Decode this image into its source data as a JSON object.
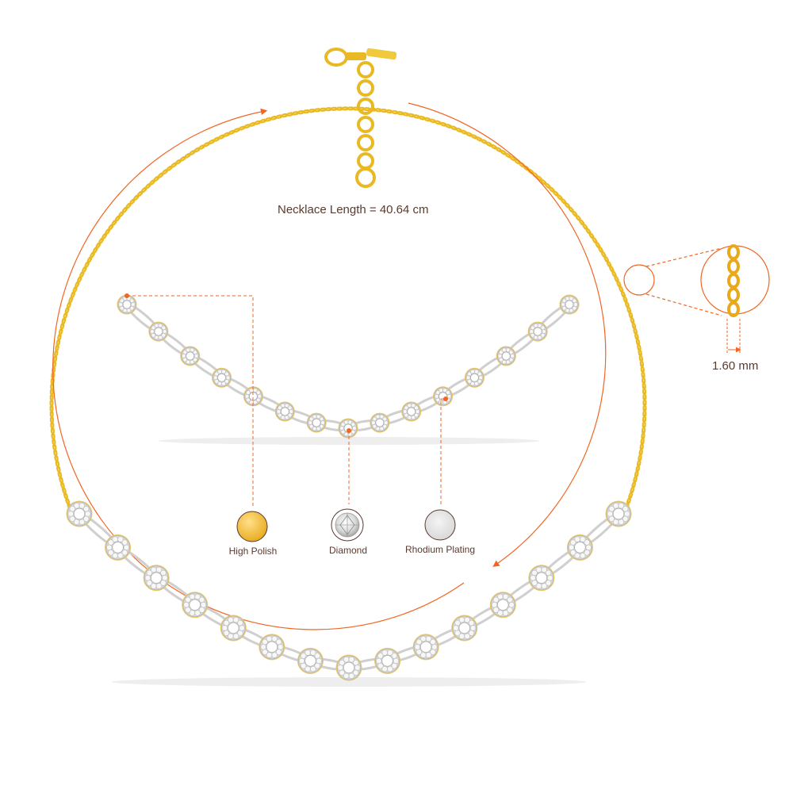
{
  "product": {
    "length_label": "Necklace Length = 40.64 cm",
    "chain_width_label": "1.60 mm"
  },
  "materials": [
    {
      "label": "High Polish",
      "icon": "gold-swatch-icon",
      "color": "#F2C94C"
    },
    {
      "label": "Diamond",
      "icon": "diamond-icon",
      "color": "#DCDCDC"
    },
    {
      "label": "Rhodium Plating",
      "icon": "rhodium-swatch-icon",
      "color": "#E6E6E6"
    }
  ],
  "colors": {
    "accent": "#F26522",
    "gold": "#E8B923",
    "silver": "#D9D9D9",
    "text": "#5A3A2E"
  }
}
